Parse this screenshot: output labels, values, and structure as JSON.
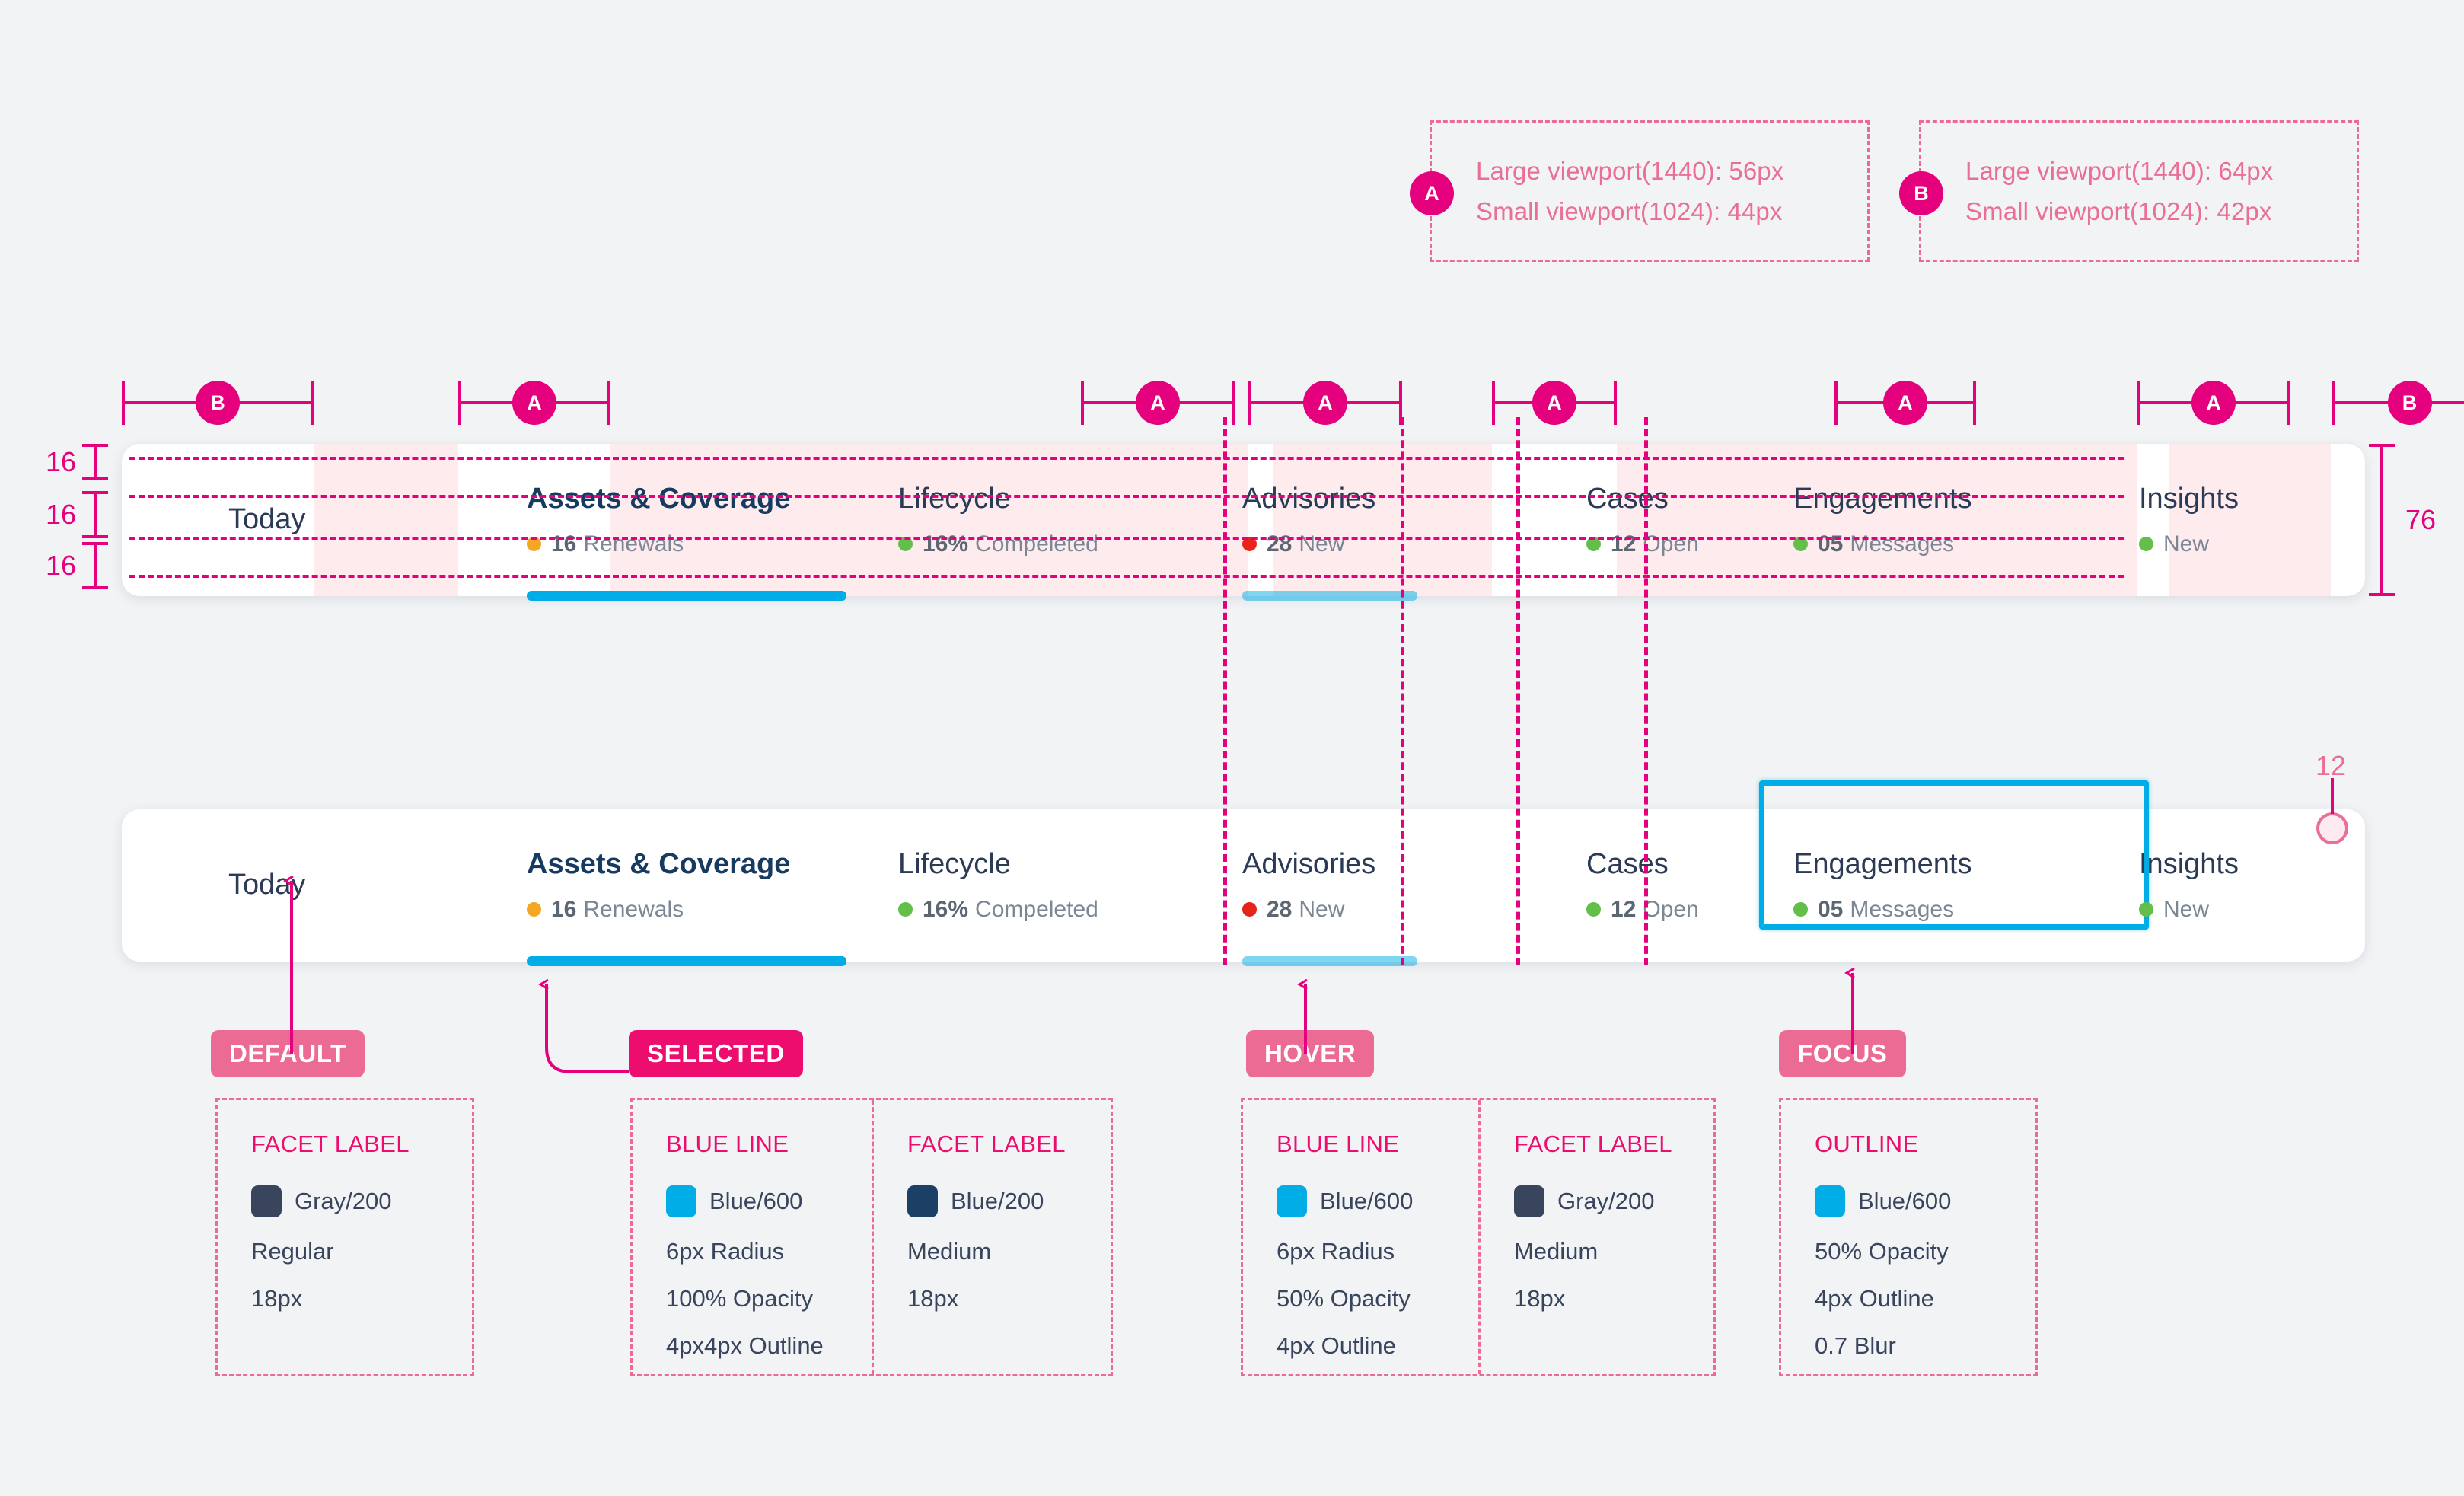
{
  "colors": {
    "magenta": "#e5007e",
    "pink_soft": "#ec6b94",
    "pink_fill": "#fdebee",
    "blue600": "#00ade6",
    "blue200": "#1c3f66",
    "gray200": "#38455c",
    "canvas": "#f1f3f5",
    "amber": "#f5a623",
    "green": "#63bf4a",
    "red": "#e8231a"
  },
  "legend": [
    {
      "marker": "A",
      "lines": [
        "Large viewport(1440): 56px",
        "Small viewport(1024): 44px"
      ]
    },
    {
      "marker": "B",
      "lines": [
        "Large viewport(1440): 64px",
        "Small viewport(1024): 42px"
      ]
    }
  ],
  "vertical_measures": [
    "16",
    "16",
    "16"
  ],
  "height_measure": "76",
  "radius_callout": "12",
  "gap_markers": [
    "B",
    "A",
    "A",
    "A",
    "A",
    "A",
    "A",
    "B"
  ],
  "facets": [
    {
      "title": "Today",
      "sub_num": "",
      "sub_text": "",
      "dot": "",
      "state": "default"
    },
    {
      "title": "Assets & Coverage",
      "sub_num": "16",
      "sub_text": "Renewals",
      "dot": "#f5a623",
      "state": "selected"
    },
    {
      "title": "Lifecycle",
      "sub_num": "16%",
      "sub_text": "Compeleted",
      "dot": "#63bf4a",
      "state": "default"
    },
    {
      "title": "Advisories",
      "sub_num": "28",
      "sub_text": "New",
      "dot": "#e8231a",
      "state": "hover"
    },
    {
      "title": "Cases",
      "sub_num": "12",
      "sub_text": "Open",
      "dot": "#63bf4a",
      "state": "default"
    },
    {
      "title": "Engagements",
      "sub_num": "05",
      "sub_text": "Messages",
      "dot": "#63bf4a",
      "state": "focus"
    },
    {
      "title": "Insights",
      "sub_num": "",
      "sub_text": "New",
      "dot": "#63bf4a",
      "state": "default"
    }
  ],
  "states": [
    {
      "badge": "DEFAULT",
      "badge_color": "#ec6b94",
      "specs": [
        {
          "head": "FACET LABEL",
          "rows": [
            {
              "swatch": "#38455c",
              "text": "Gray/200"
            },
            {
              "text": "Regular"
            },
            {
              "text": "18px"
            }
          ]
        }
      ]
    },
    {
      "badge": "SELECTED",
      "badge_color": "#ec0d6e",
      "specs": [
        {
          "head": "BLUE LINE",
          "rows": [
            {
              "swatch": "#00ade6",
              "text": "Blue/600"
            },
            {
              "text": "6px Radius"
            },
            {
              "text": "100% Opacity"
            },
            {
              "text": "4px4px Outline"
            }
          ]
        },
        {
          "head": "FACET LABEL",
          "rows": [
            {
              "swatch": "#1c3f66",
              "text": "Blue/200"
            },
            {
              "text": "Medium"
            },
            {
              "text": "18px"
            }
          ]
        }
      ]
    },
    {
      "badge": "HOVER",
      "badge_color": "#ec6b94",
      "specs": [
        {
          "head": "BLUE LINE",
          "rows": [
            {
              "swatch": "#00ade6",
              "text": "Blue/600"
            },
            {
              "text": "6px Radius"
            },
            {
              "text": "50% Opacity"
            },
            {
              "text": "4px Outline"
            }
          ]
        },
        {
          "head": "FACET LABEL",
          "rows": [
            {
              "swatch": "#38455c",
              "text": "Gray/200"
            },
            {
              "text": "Medium"
            },
            {
              "text": "18px"
            }
          ]
        }
      ]
    },
    {
      "badge": "FOCUS",
      "badge_color": "#ec6b94",
      "specs": [
        {
          "head": "OUTLINE",
          "rows": [
            {
              "swatch": "#00ade6",
              "text": "Blue/600"
            },
            {
              "text": "50% Opacity"
            },
            {
              "text": "4px Outline"
            },
            {
              "text": "0.7 Blur"
            }
          ]
        }
      ]
    }
  ]
}
